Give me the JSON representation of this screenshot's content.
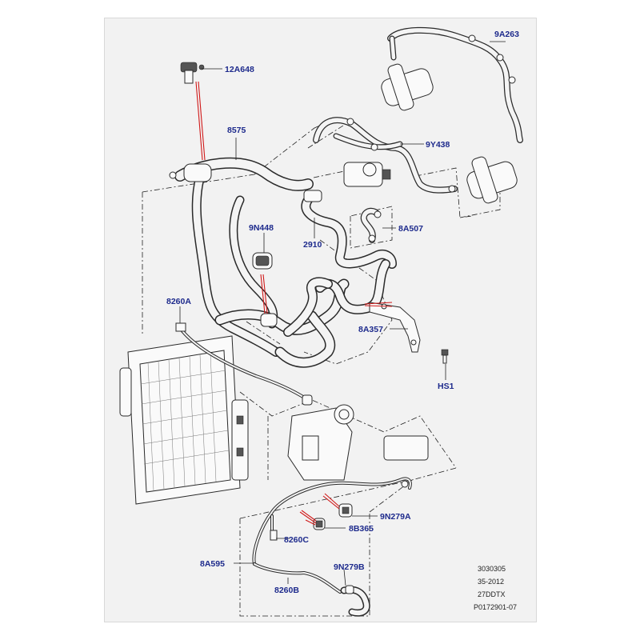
{
  "labels": {
    "p_9a263": "9A263",
    "p_12a648": "12A648",
    "p_8575": "8575",
    "p_9y438": "9Y438",
    "p_9n448": "9N448",
    "p_2910": "2910",
    "p_8a507": "8A507",
    "p_8260a": "8260A",
    "p_8a357": "8A357",
    "p_hs1": "HS1",
    "p_9n279a": "9N279A",
    "p_8b365": "8B365",
    "p_8260c": "8260C",
    "p_8a595": "8A595",
    "p_9n279b": "9N279B",
    "p_8260b": "8260B"
  },
  "reference": {
    "line1": "3030305",
    "line2": "35-2012",
    "line3": "27DDTX",
    "line4": "P0172901-07"
  },
  "colors": {
    "label": "#1d2a8c",
    "callout_red": "#d01818",
    "line": "#2a2a2a",
    "background": "#f2f2f2"
  }
}
